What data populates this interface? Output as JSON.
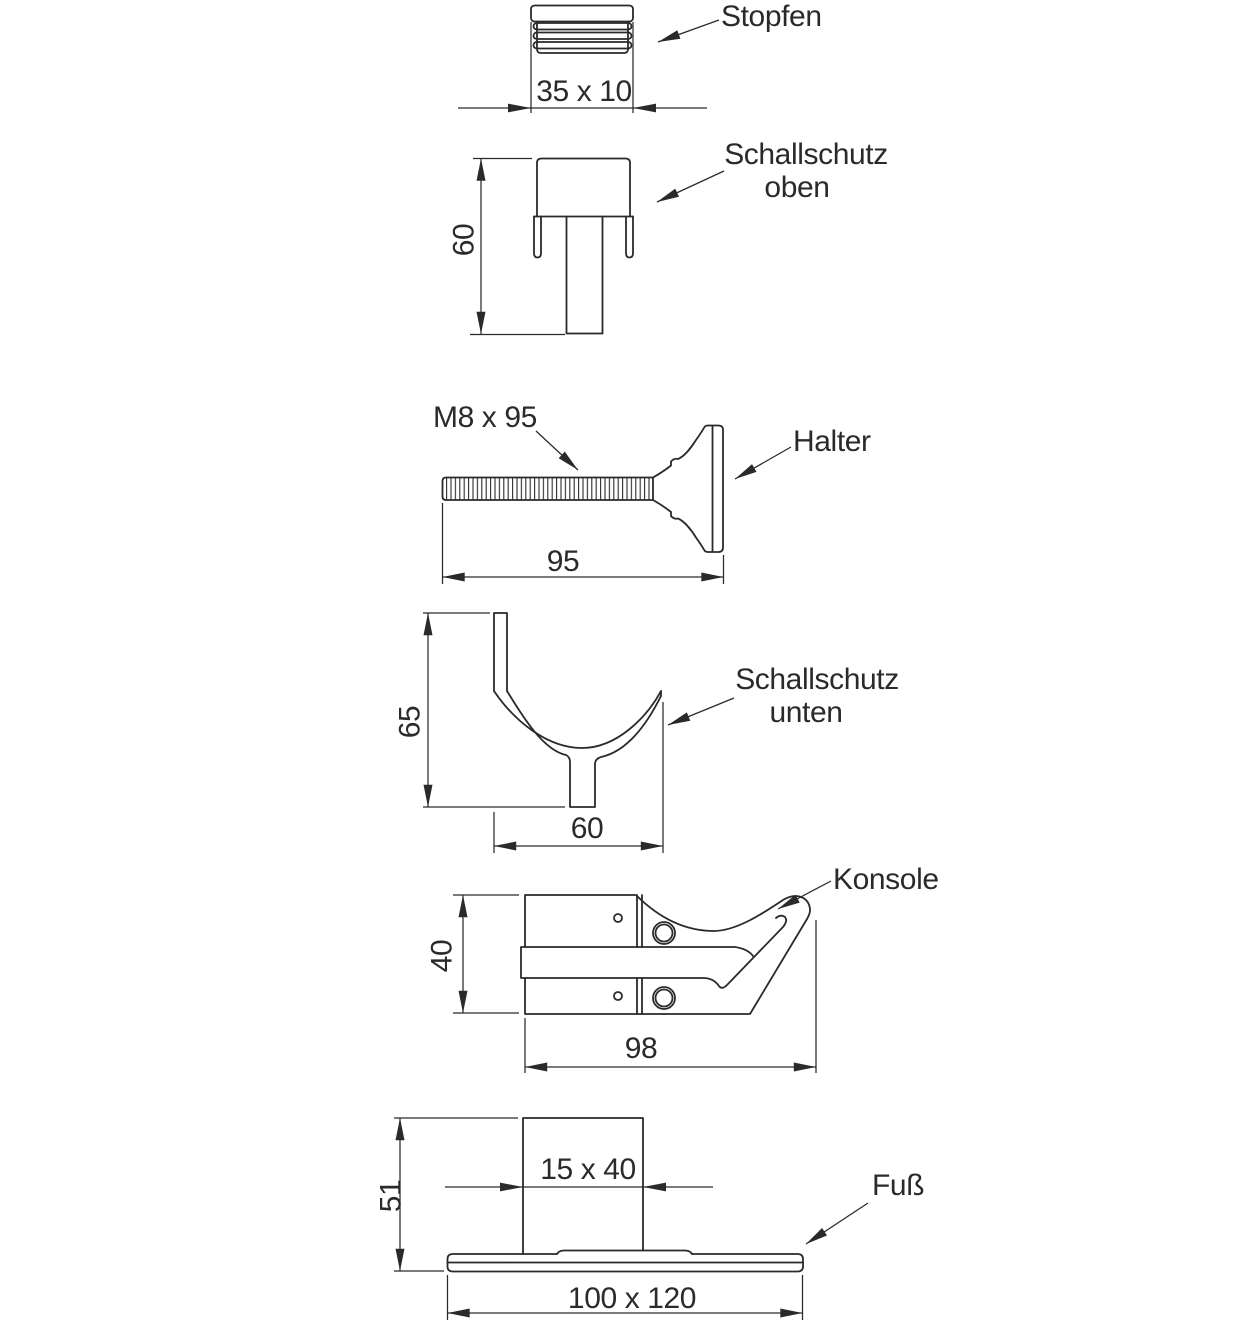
{
  "drawing": {
    "colors": {
      "line": "#2b2a29",
      "background": "#ffffff"
    },
    "parts": {
      "stopfen": {
        "label": "Stopfen",
        "dim_width": "35 x 10"
      },
      "schallschutz_oben": {
        "label_line1": "Schallschutz",
        "label_line2": "oben",
        "dim_height": "60"
      },
      "halter": {
        "label": "Halter",
        "thread_label": "M8 x 95",
        "dim_length": "95"
      },
      "schallschutz_unten": {
        "label_line1": "Schallschutz",
        "label_line2": "unten",
        "dim_height": "65",
        "dim_width": "60"
      },
      "konsole": {
        "label": "Konsole",
        "dim_height": "40",
        "dim_width": "98"
      },
      "fuss": {
        "label": "Fuß",
        "dim_height": "51",
        "dim_post": "15 x 40",
        "dim_plate": "100 x 120"
      }
    }
  }
}
